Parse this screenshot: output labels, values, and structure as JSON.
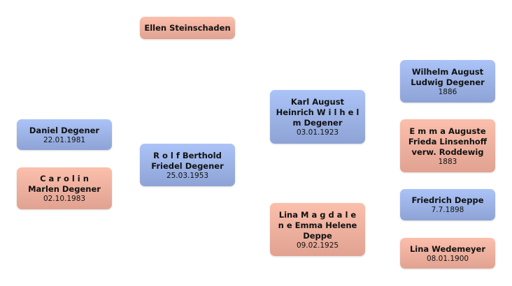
{
  "colors": {
    "male": "#9bb2e6",
    "female": "#f0b09e"
  },
  "people": [
    {
      "id": "ellen",
      "name": "Ellen Steinschaden",
      "date": null,
      "sex": "female"
    },
    {
      "id": "daniel",
      "name": "Daniel Degener",
      "date": "22.01.1981",
      "sex": "male"
    },
    {
      "id": "carolin",
      "name": "C a r o l i n Marlen Degener",
      "date": "02.10.1983",
      "sex": "female"
    },
    {
      "id": "rolf",
      "name": "R o l f Berthold Friedel Degener",
      "date": "25.03.1953",
      "sex": "male"
    },
    {
      "id": "karl",
      "name": "Karl August Heinrich W i l h e l m Degener",
      "date": "03.01.1923",
      "sex": "male"
    },
    {
      "id": "lina-m",
      "name": "Lina M a g d a l e n e Emma Helene Deppe",
      "date": "09.02.1925",
      "sex": "female"
    },
    {
      "id": "wilhelm",
      "name": "Wilhelm August Ludwig Degener",
      "date": "1886",
      "sex": "male"
    },
    {
      "id": "emma",
      "name": "E m m a Auguste Frieda Linsenhoff verw. Roddewig",
      "date": "1883",
      "sex": "female"
    },
    {
      "id": "friedrich",
      "name": "Friedrich Deppe",
      "date": "7.7.1898",
      "sex": "male"
    },
    {
      "id": "lina-w",
      "name": "Lina Wedemeyer",
      "date": "08.01.1900",
      "sex": "female"
    }
  ]
}
